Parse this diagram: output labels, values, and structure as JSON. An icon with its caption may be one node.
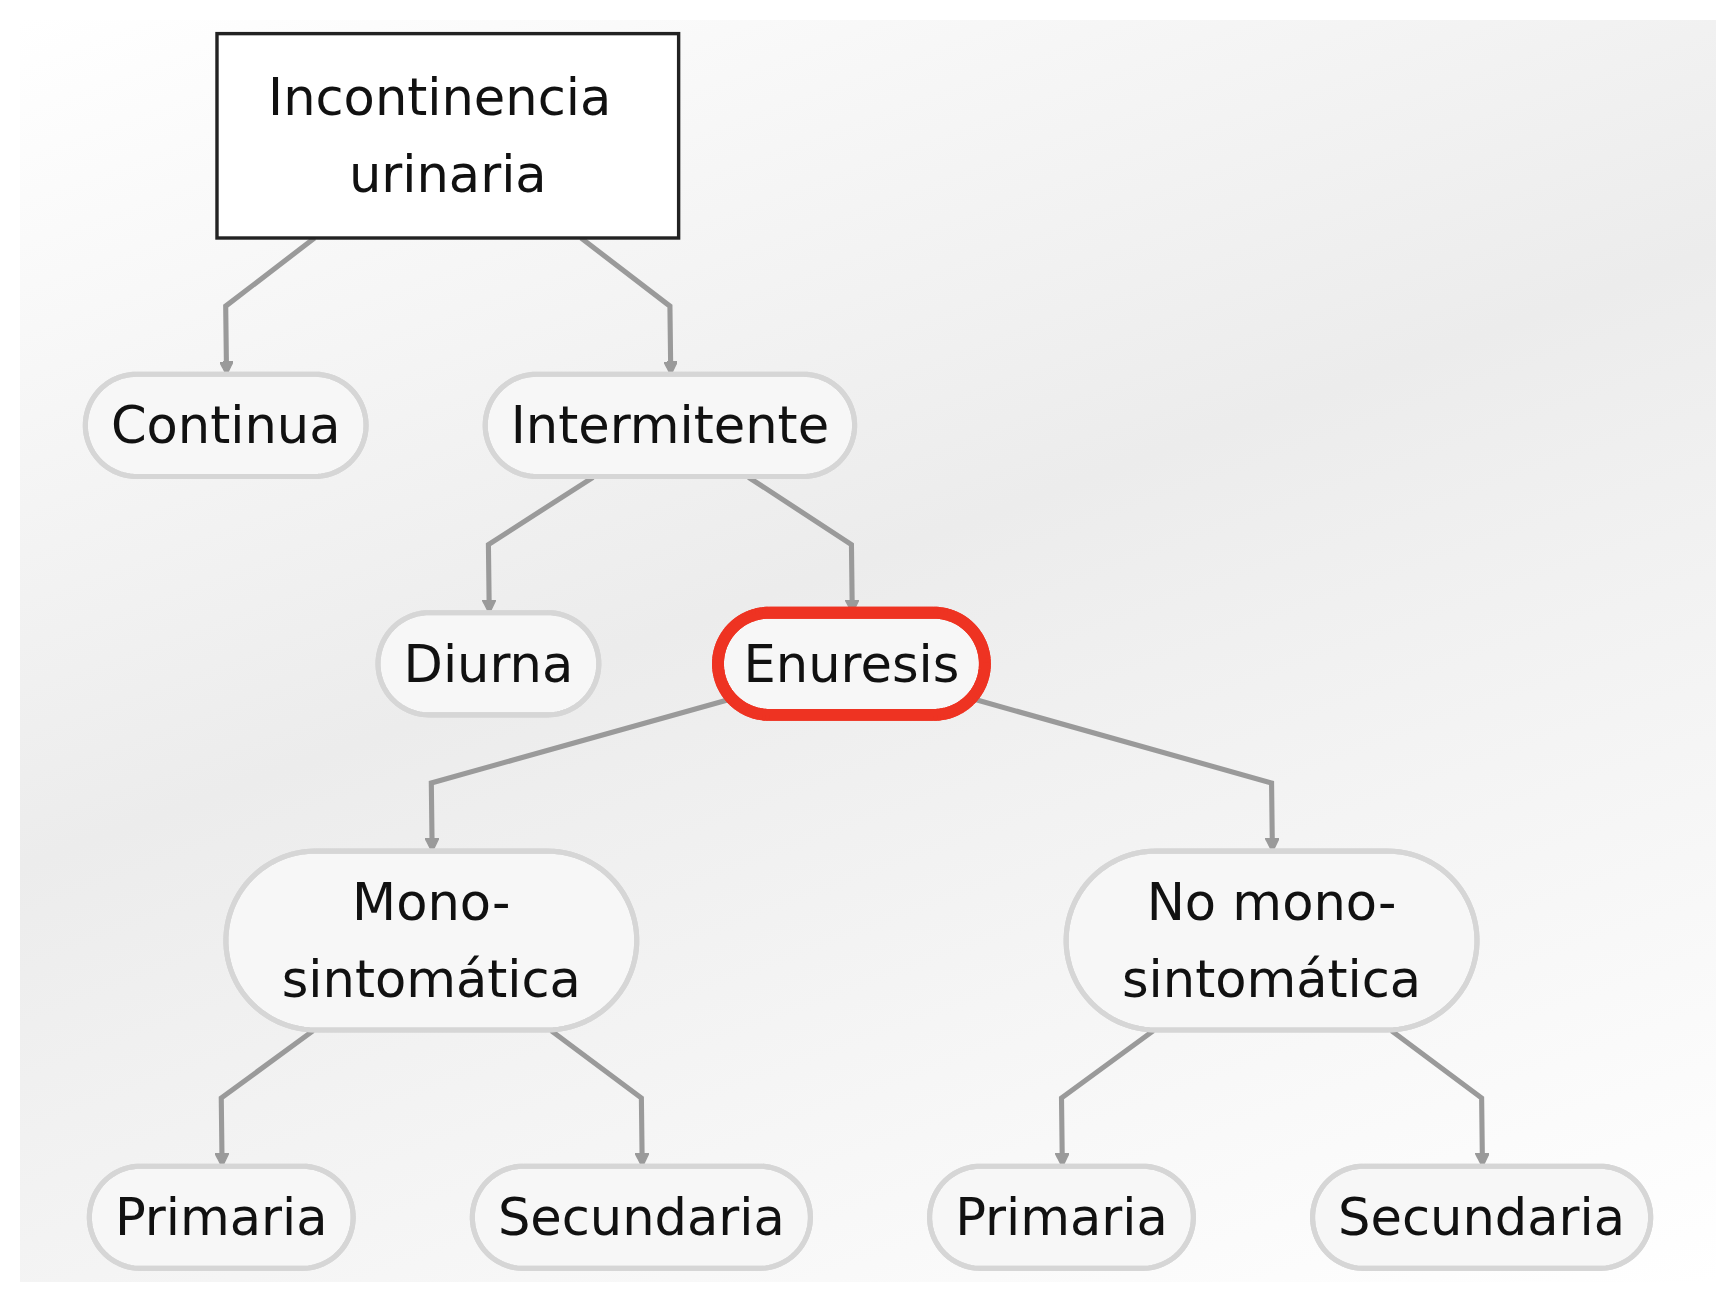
{
  "diagram": {
    "nodes": [
      {
        "text": [
          "Incontinencia urinaria"
        ]
      },
      {
        "text": [
          "Continua"
        ]
      },
      {
        "text": [
          "Intermitente"
        ]
      },
      {
        "text": [
          "Diurna"
        ]
      },
      {
        "text": [
          "Enuresis"
        ]
      },
      {
        "text": [
          "Mono-sintomática"
        ]
      },
      {
        "text": [
          "No mono-sintomática"
        ]
      },
      {
        "text": [
          "Primaria"
        ]
      },
      {
        "text": [
          "Secundaria"
        ]
      },
      {
        "text": [
          "Primaria"
        ]
      },
      {
        "text": [
          "Secundaria"
        ]
      }
    ],
    "edges": [
      {
        "from": 0,
        "to": 1,
        "arrow": "to"
      },
      {
        "from": 0,
        "to": 2,
        "arrow": "to"
      },
      {
        "from": 2,
        "to": 3,
        "arrow": "to"
      },
      {
        "from": 2,
        "to": 4,
        "arrow": "to"
      },
      {
        "from": 4,
        "to": 5,
        "arrow": "to"
      },
      {
        "from": 4,
        "to": 6,
        "arrow": "to"
      },
      {
        "from": 5,
        "to": 7,
        "arrow": "to"
      },
      {
        "from": 5,
        "to": 8,
        "arrow": "to"
      },
      {
        "from": 6,
        "to": 9,
        "arrow": "to"
      },
      {
        "from": 6,
        "to": 10,
        "arrow": "to"
      }
    ]
  }
}
